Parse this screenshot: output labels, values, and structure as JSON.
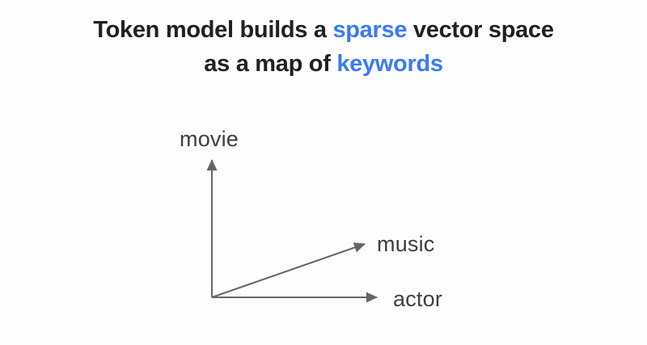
{
  "title": {
    "segments": [
      {
        "text": "Token model builds a ",
        "highlight": false
      },
      {
        "text": "sparse",
        "highlight": true
      },
      {
        "text": " vector space",
        "highlight": false
      },
      {
        "text": "as a map of ",
        "highlight": false
      },
      {
        "text": "keywords",
        "highlight": true
      }
    ]
  },
  "diagram": {
    "axis_labels": {
      "vertical": "movie",
      "diagonal": "music",
      "horizontal": "actor"
    }
  },
  "colors": {
    "background": "#fdfdfd",
    "title_text": "#202124",
    "highlight_blue": "#3b7af5",
    "arrow_gray": "#666666",
    "label_gray": "#3c4043"
  }
}
